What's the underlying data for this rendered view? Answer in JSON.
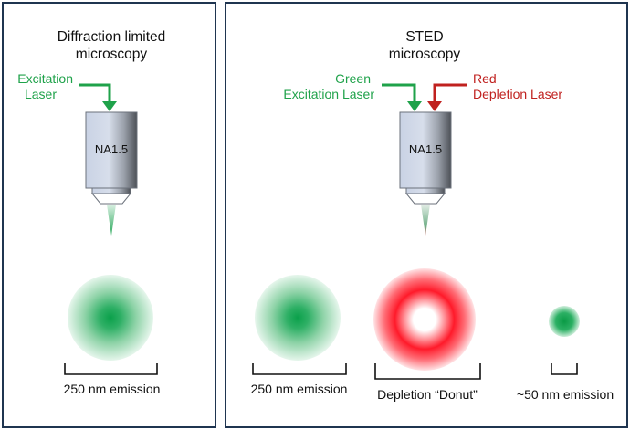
{
  "left_panel": {
    "title_line1": "Diffraction limited",
    "title_line2": "microscopy",
    "laser_line1": "Excitation",
    "laser_line2": "Laser",
    "objective_label": "NA1.5",
    "caption": "250 nm emission"
  },
  "right_panel": {
    "title_line1": "STED",
    "title_line2": "microscopy",
    "green_laser_line1": "Green",
    "green_laser_line2": "Excitation Laser",
    "red_laser_line1": "Red",
    "red_laser_line2": "Depletion Laser",
    "objective_label": "NA1.5",
    "caption_1": "250 nm emission",
    "caption_2": "Depletion “Donut”",
    "caption_3": "~50 nm emission"
  },
  "colors": {
    "border": "#1f3550",
    "excitation_green": "#1fa24a",
    "depletion_red": "#c0211f",
    "spot_green": "#0aa04a",
    "donut_red": "#ff1a2a"
  }
}
